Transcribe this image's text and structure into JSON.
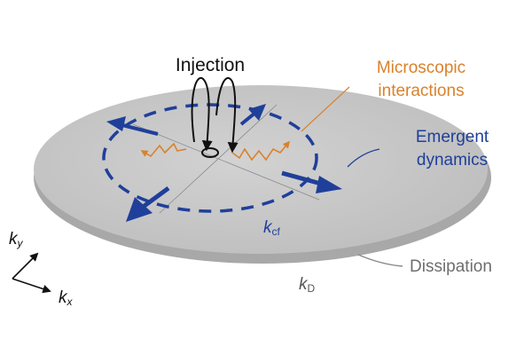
{
  "labels": {
    "injection": "Injection",
    "micro_line1": "Microscopic",
    "micro_line2": "interactions",
    "emergent_line1": "Emergent",
    "emergent_line2": "dynamics",
    "dissipation": "Dissipation",
    "k_cf_main": "k",
    "k_cf_sub": "cf",
    "k_d_main": "k",
    "k_d_sub": "D",
    "kx_main": "k",
    "kx_sub": "x",
    "ky_main": "k",
    "ky_sub": "y"
  },
  "colors": {
    "disk_top": "#c8c8c8",
    "disk_edge": "#a9a9a9",
    "blue": "#1f3f9a",
    "orange": "#d9822b",
    "black": "#111111",
    "grey_text": "#6e6e6e"
  }
}
